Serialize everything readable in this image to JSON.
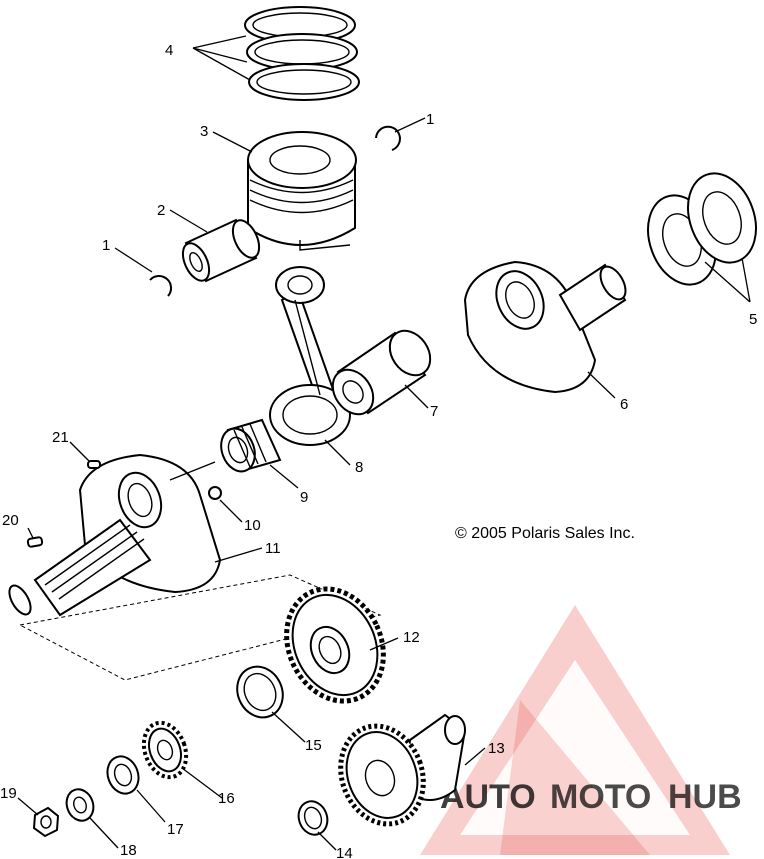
{
  "copyright": "© 2005 Polaris Sales Inc.",
  "watermark": {
    "part1": "AUTO",
    "part2": "MOTO",
    "part3": "HUB",
    "color_primary": "#e8534e",
    "color_accent": "#f2c75c",
    "color_dark": "#8a8a8a"
  },
  "callouts": {
    "c1a": "1",
    "c1b": "1",
    "c2": "2",
    "c3": "3",
    "c4": "4",
    "c5": "5",
    "c6": "6",
    "c7": "7",
    "c8": "8",
    "c9": "9",
    "c10": "10",
    "c11": "11",
    "c12": "12",
    "c13": "13",
    "c14": "14",
    "c15": "15",
    "c16": "16",
    "c17": "17",
    "c18": "18",
    "c19": "19",
    "c20": "20",
    "c21": "21"
  }
}
